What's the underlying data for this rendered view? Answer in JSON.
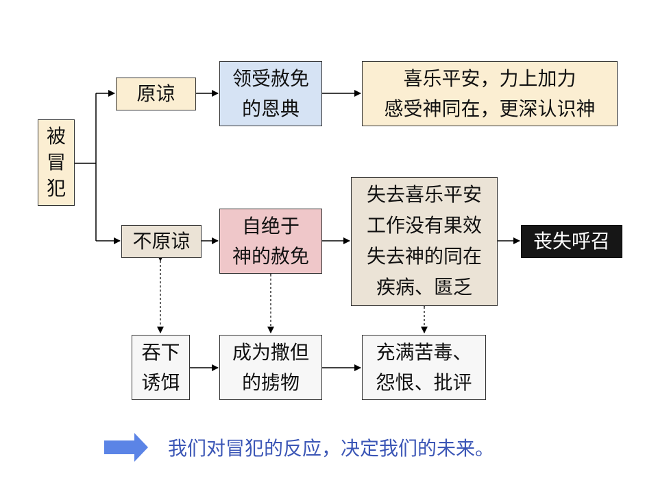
{
  "nodes": {
    "offended": "被\n冒\n犯",
    "forgive": "原谅",
    "receive_pardon": "领受赦免\n的恩典",
    "joy_peace": "喜乐平安，力上加力\n感受神同在，更深认识神",
    "not_forgive": "不原谅",
    "cut_off_pardon": "自绝于\n神的赦免",
    "lose_joy": "失去喜乐平安\n工作没有果效\n失去神的同在\n疾病、匮乏",
    "lose_calling": "丧失呼召",
    "swallow_bait": "吞下\n诱饵",
    "become_prey": "成为撒但\n的掳物",
    "full_bitterness": "充满苦毒、\n怨恨、批评"
  },
  "footer": {
    "text": "我们对冒犯的反应，决定我们的未来。"
  },
  "colors": {
    "cream": "#fbeed2",
    "blue": "#d6e3f4",
    "beige": "#ebe3d6",
    "pink": "#efc7c9",
    "black": "#161616",
    "footer_text": "#3b56b6",
    "footer_arrow": "#5b84e6"
  }
}
